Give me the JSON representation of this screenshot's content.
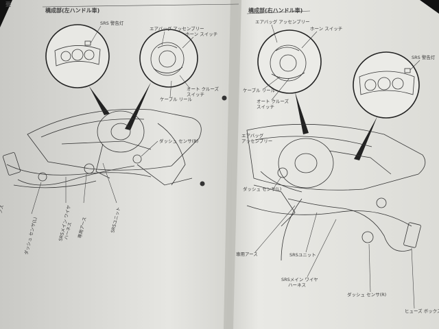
{
  "left_page": {
    "section_heading": "構成部(左ハンドル車)",
    "top_fragment": "要",
    "inset_top_label": "SRS 警告灯",
    "labels": {
      "airbag_assembly": "エアバッグ アッセンブリー",
      "horn_switch": "ホーン スイッチ",
      "cable_reel": "ケーブル リール",
      "cruise_switch_1": "オート クルーズ",
      "cruise_switch_2": "スイッチ",
      "dash_sensor_r": "ダッシュ センサ(R)",
      "srs_unit": "SRSユニット",
      "ground": "専用アース",
      "srs_main_wire_1": "SRSメイン ワイヤ",
      "srs_main_wire_2": "ハーネス",
      "dash_sensor_l": "ダッシュ センサ(L)",
      "fuse_box_fragment": "クス"
    }
  },
  "right_page": {
    "section_heading": "構成部(右ハンドル車)",
    "inset_top_label": "SRS 警告灯",
    "labels": {
      "airbag_assembly": "エアバッグ アッセンブリー",
      "horn_switch": "ホーン スイッチ",
      "cable_reel": "ケーブル リール",
      "cruise_switch_1": "オート クルーズ",
      "cruise_switch_2": "スイッチ",
      "airbag_left_1": "エアバッグ",
      "airbag_left_2": "アッセンブリー",
      "dash_sensor_l": "ダッシュ センサ(L)",
      "ground": "専用アース",
      "srs_unit": "SRSユニット",
      "srs_main_wire_1": "SRSメイン ワイヤ",
      "srs_main_wire_2": "ハーネス",
      "dash_sensor_r": "ダッシュ センサ(R)",
      "fuse_box": "ヒューズ ボックス"
    }
  }
}
